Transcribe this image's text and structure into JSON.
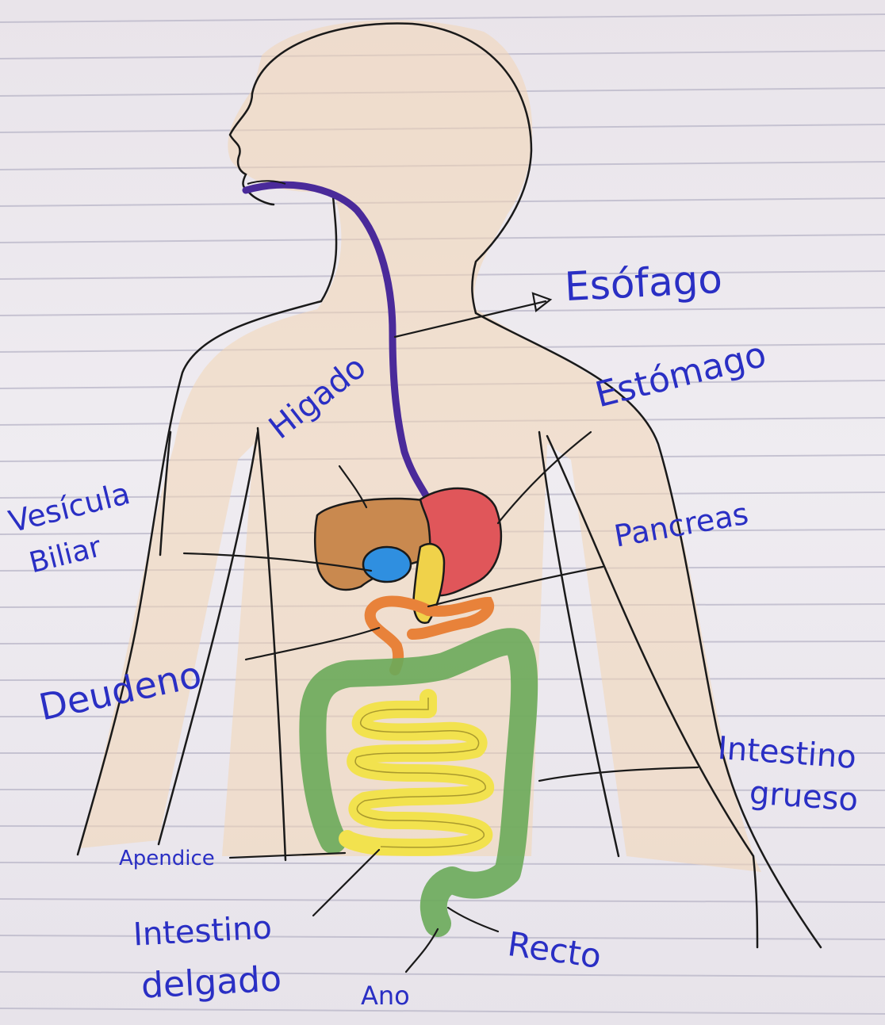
{
  "colors": {
    "ink": "#1a1a1a",
    "label_ink": "#2a2fc4",
    "skin": "#f3d6b4",
    "esophagus": "#4a2a9a",
    "liver": "#c9894f",
    "gallbladder": "#2f8fe0",
    "stomach": "#e0565a",
    "pancreas": "#f0d24a",
    "duodenum": "#e8823a",
    "small_intestine": "#f2e24e",
    "large_intestine": "#6aaa5a",
    "notebook_lines": "#b9b6c8"
  },
  "labels": {
    "esofago": "Esófago",
    "estomago": "Estómago",
    "higado": "Higado",
    "vesicula": "Vesícula",
    "biliar": "Biliar",
    "pancreas": "Pancreas",
    "duodeno": "Deudeno",
    "intestino_grueso_1": "Intestino",
    "intestino_grueso_2": "grueso",
    "apendice": "Apendice",
    "intestino_delgado_1": "Intestino",
    "intestino_delgado_2": "delgado",
    "recto": "Recto",
    "ano": "Ano"
  }
}
